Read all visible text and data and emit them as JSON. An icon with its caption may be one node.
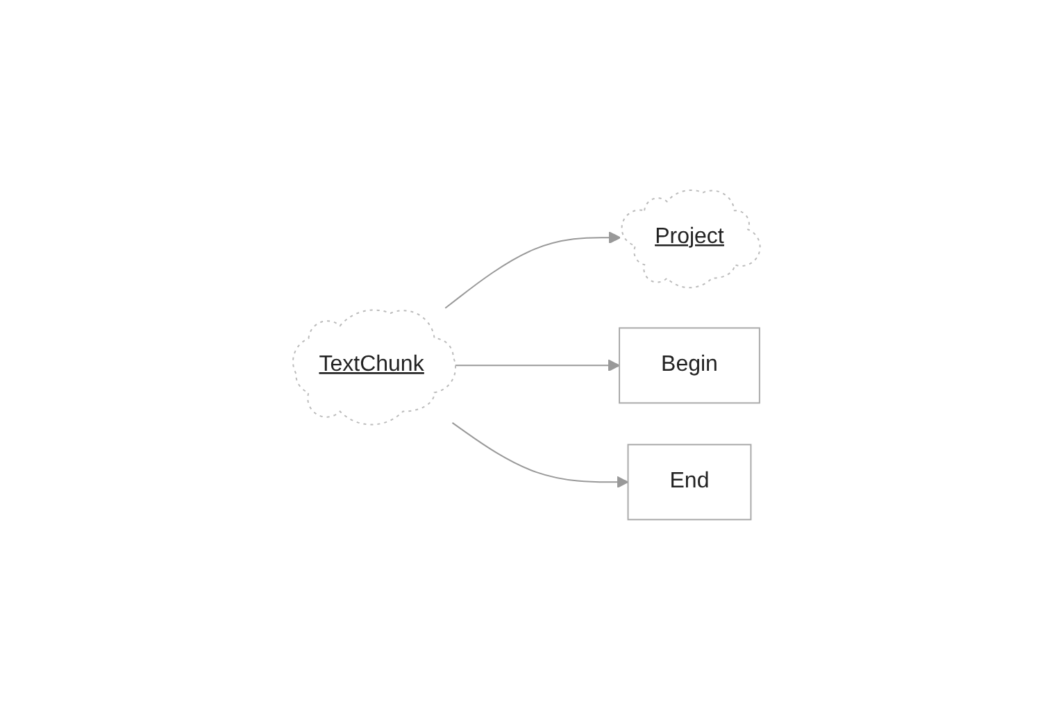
{
  "diagram": {
    "nodes": [
      {
        "text": [
          "TextChunk"
        ]
      },
      {
        "text": [
          "Project"
        ]
      },
      {
        "text": [
          "Begin"
        ]
      },
      {
        "text": [
          "End"
        ]
      }
    ],
    "edges": [
      {
        "from": 0,
        "to": 1,
        "arrow": "to"
      },
      {
        "from": 0,
        "to": 2,
        "arrow": "to"
      },
      {
        "from": 0,
        "to": 3,
        "arrow": "to"
      }
    ]
  }
}
